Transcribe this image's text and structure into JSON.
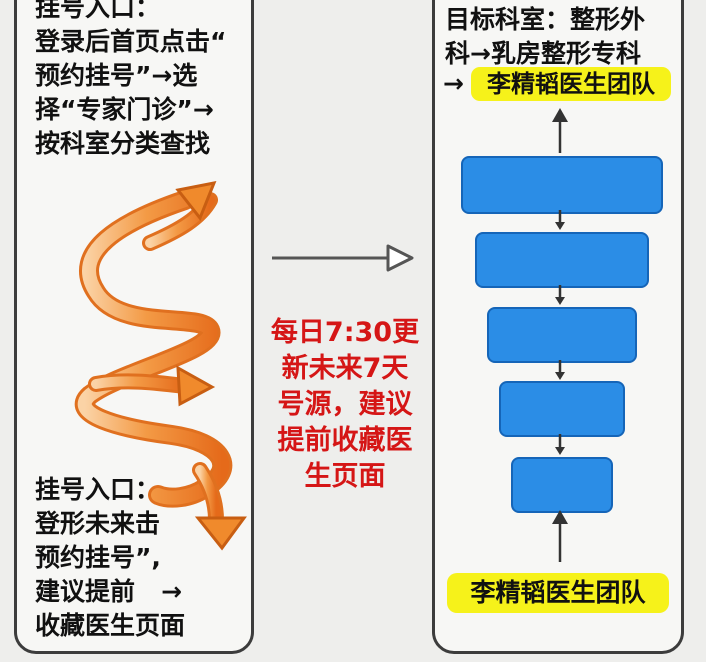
{
  "left_panel": {
    "top_text": "挂号入口：\n登录后首页点击“\n预约挂号”→选\n择“专家门诊”→\n按科室分类查找",
    "bottom_text": "挂号入口：\n登形未来击\n预约挂号”,\n建议提前   →\n收藏医生页面"
  },
  "middle_text": "每日7:30更\n新未来7天\n号源，建议\n提前收藏医\n生页面",
  "right_panel": {
    "top_text": "目标科室：整形外\n科→乳房整形专科",
    "arrow_prefix": "→",
    "highlight_top": "李精韬医生团队",
    "highlight_bottom": "李精韬医生团队"
  },
  "colors": {
    "text": "#111111",
    "accent_red": "#d51616",
    "highlight_yellow": "#f6f21a",
    "block_blue": "#2b8de6",
    "spiral_orange": "#f39a45"
  },
  "icons": {
    "spiral_arrow": "spiral-arrow-icon",
    "flow_arrow": "right-arrow-icon"
  }
}
